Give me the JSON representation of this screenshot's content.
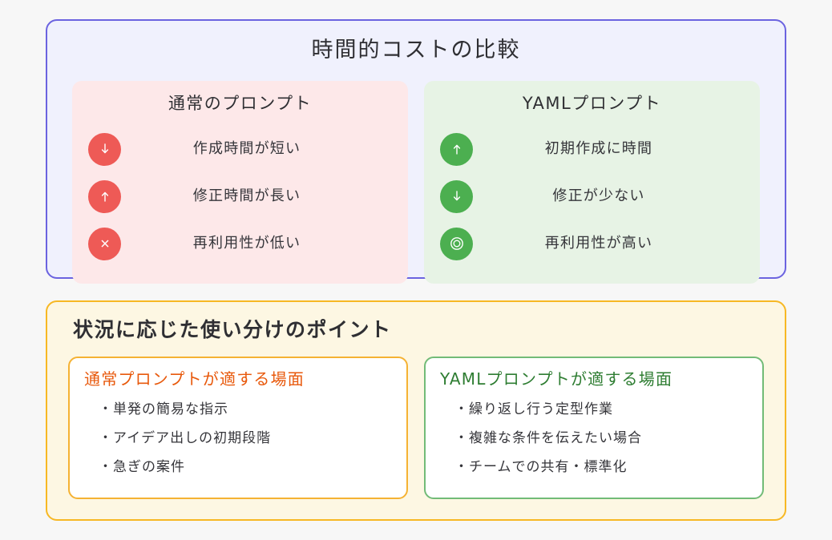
{
  "compare": {
    "title": "時間的コストの比較",
    "panels": [
      {
        "name": "normal",
        "title": "通常のプロンプト",
        "accent_color": "#ee5a56",
        "background_color": "#fde8e9",
        "points": [
          {
            "icon": "arrow-down-icon",
            "text": "作成時間が短い"
          },
          {
            "icon": "arrow-up-icon",
            "text": "修正時間が長い"
          },
          {
            "icon": "close-x-icon",
            "text": "再利用性が低い"
          }
        ]
      },
      {
        "name": "yaml",
        "title": "YAMLプロンプト",
        "accent_color": "#4caf50",
        "background_color": "#e7f3e5",
        "points": [
          {
            "icon": "arrow-up-icon",
            "text": "初期作成に時間"
          },
          {
            "icon": "arrow-down-icon",
            "text": "修正が少ない"
          },
          {
            "icon": "double-circle-icon",
            "text": "再利用性が高い"
          }
        ]
      }
    ],
    "border_color": "#6b63e0",
    "background_color": "#f0f1fd"
  },
  "usage": {
    "title": "状況に応じた使い分けのポイント",
    "border_color": "#f7b824",
    "background_color": "#fdf7e3",
    "cards": [
      {
        "name": "normal",
        "title": "通常プロンプトが適する場面",
        "title_color": "#e8590c",
        "border_color": "#f5b233",
        "items": [
          "・単発の簡易な指示",
          "・アイデア出しの初期段階",
          "・急ぎの案件"
        ]
      },
      {
        "name": "yaml",
        "title": "YAMLプロンプトが適する場面",
        "title_color": "#2e7d32",
        "border_color": "#72bb77",
        "items": [
          "・繰り返し行う定型作業",
          "・複雑な条件を伝えたい場合",
          "・チームでの共有・標準化"
        ]
      }
    ]
  },
  "page": {
    "background_color": "#f7f7f7"
  }
}
